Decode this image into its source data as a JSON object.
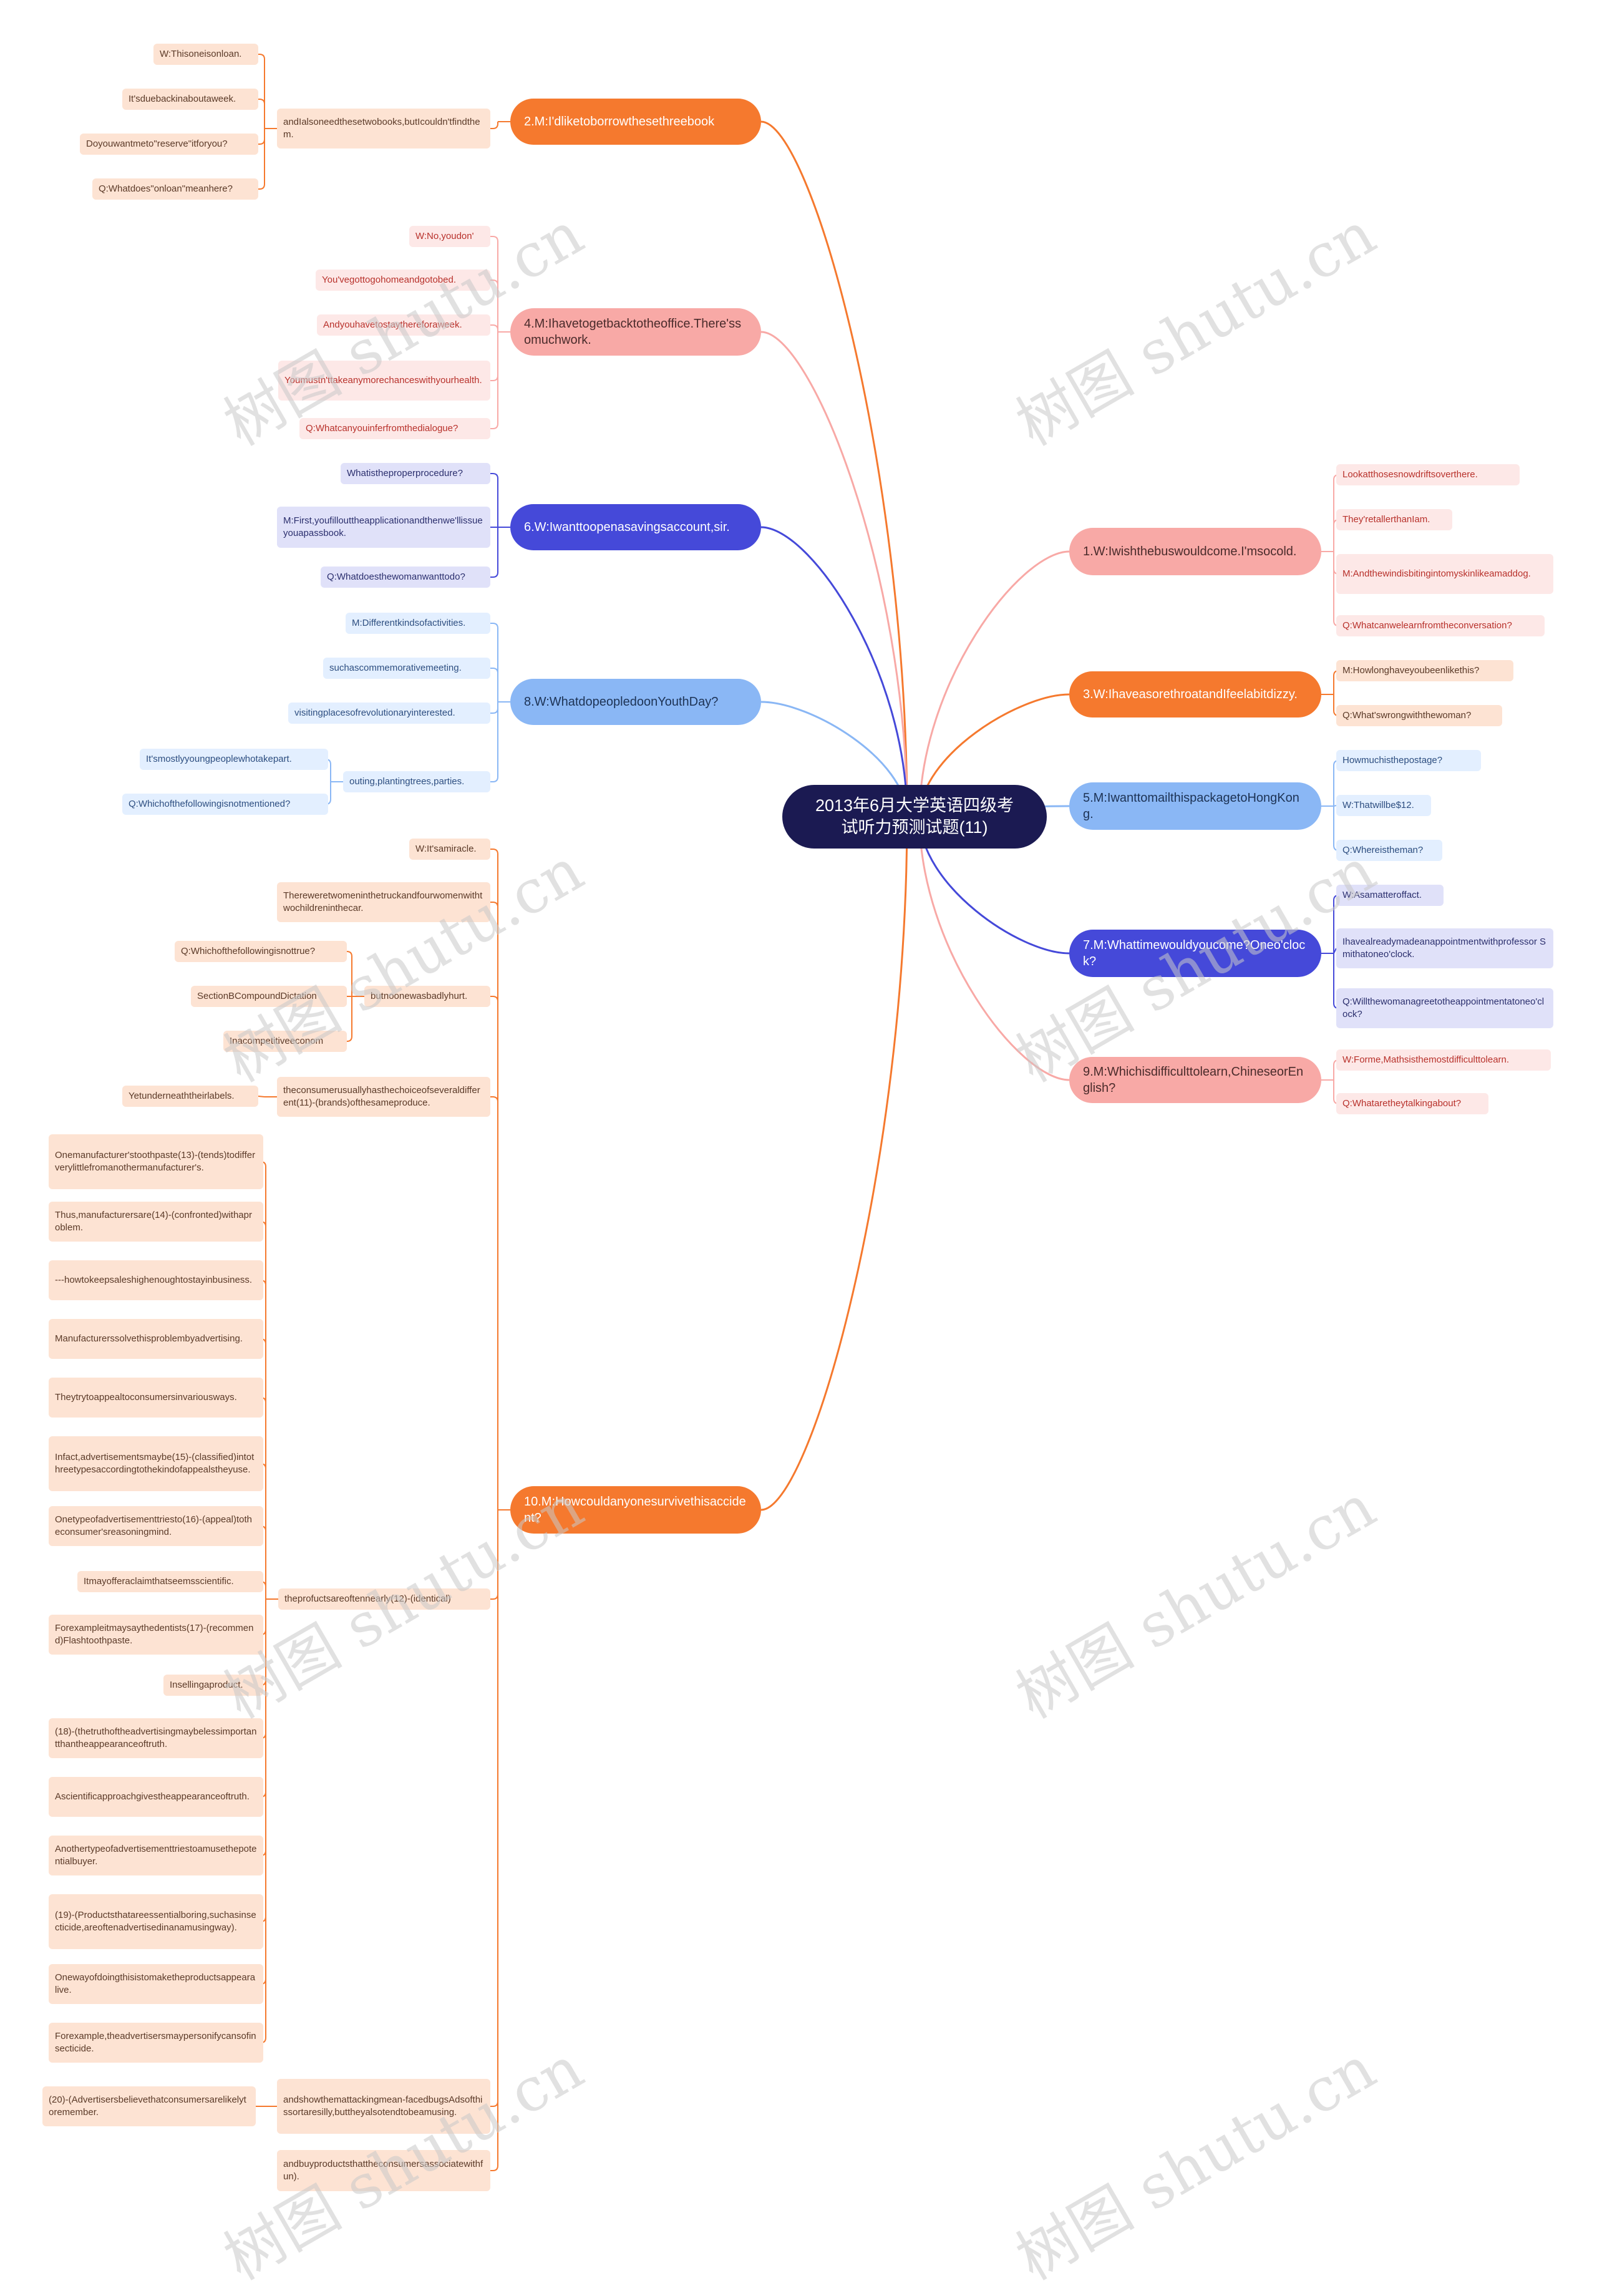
{
  "root": "2013年6月大学英语四级考试听力预测试题(11)",
  "watermark": "树图 shutu.cn",
  "colors": {
    "orange": "#f5792e",
    "pink": "#f8a9a6",
    "indigo": "#4549d9",
    "sky": "#8ab7f5",
    "root": "#1b1a52"
  },
  "topics": [
    {
      "label": "2.M:I'dliketoborrowthesethreebook",
      "color": "orange",
      "children": [
        {
          "label": "andIalsoneedthesetwobooks,butIcouldn'tfindthem.",
          "children": [
            {
              "label": "W:Thisoneisonloan."
            },
            {
              "label": "It'sduebackinaboutaweek."
            },
            {
              "label": "Doyouwantmeto\"reserve\"itforyou?"
            },
            {
              "label": "Q:Whatdoes\"onloan\"meanhere?"
            }
          ]
        }
      ]
    },
    {
      "label": "4.M:Ihavetogetbacktotheoffice.There'ssomuchwork.",
      "color": "pink",
      "children": [
        {
          "label": "W:No,youdon'"
        },
        {
          "label": "You'vegottogohomeandgotobed."
        },
        {
          "label": "Andyouhavetostaythereforaweek."
        },
        {
          "label": "Youmustn'ttakeanymorechanceswithyourhealth."
        },
        {
          "label": "Q:Whatcanyouinferfromthedialogue?"
        }
      ]
    },
    {
      "label": "6.W:Iwanttoopenasavingsaccount,sir.",
      "color": "indigo",
      "children": [
        {
          "label": "Whatistheproperprocedure?"
        },
        {
          "label": "M:First,youfillouttheapplicationandthenwe'llissueyouapassbook."
        },
        {
          "label": "Q:Whatdoesthewomanwanttodo?"
        }
      ]
    },
    {
      "label": "8.W:WhatdopeopledoonYouthDay?",
      "color": "sky",
      "children": [
        {
          "label": "M:Differentkindsofactivities."
        },
        {
          "label": "suchascommemorativemeeting."
        },
        {
          "label": "visitingplacesofrevolutionaryinterested."
        },
        {
          "label": "outing,plantingtrees,parties.",
          "children": [
            {
              "label": "It'smostlyyoungpeoplewhotakepart."
            },
            {
              "label": "Q:Whichofthefollowingisnotmentioned?"
            }
          ]
        }
      ]
    },
    {
      "label": "10.M:Howcouldanyonesurvivethisaccident?",
      "color": "orange",
      "children": [
        {
          "label": "W:It'samiracle."
        },
        {
          "label": "Thereweretwomeninthetruckandfourwomenwithtwochildreninthecar."
        },
        {
          "label": "butnoonewasbadlyhurt.",
          "children": [
            {
              "label": "Q:Whichofthefollowingisnottrue?"
            },
            {
              "label": "SectionBCompoundDictation"
            },
            {
              "label": "Inacompetitiveeconom"
            }
          ]
        },
        {
          "label": "theconsumerusuallyhasthechoiceofseveraldifferent(11)-(brands)ofthesameproduce.",
          "children": [
            {
              "label": "Yetunderneaththeirlabels."
            }
          ]
        },
        {
          "label": "theprofuctsareoftennearly(12)-(identical)",
          "children": [
            {
              "label": "Onemanufacturer'stoothpaste(13)-(tends)todifferverylittlefromanothermanufacturer's."
            },
            {
              "label": "Thus,manufacturersare(14)-(confronted)withaproblem."
            },
            {
              "label": "---howtokeepsaleshighenoughtostayinbusiness."
            },
            {
              "label": "Manufacturerssolvethisproblembyadvertising."
            },
            {
              "label": "Theytrytoappealtoconsumersinvariousways."
            },
            {
              "label": "Infact,advertisementsmaybe(15)-(classified)intothreetypesaccordingtothekindofappealstheyuse."
            },
            {
              "label": "Onetypeofadvertisementtriesto(16)-(appeal)totheconsumer'sreasoningmind."
            },
            {
              "label": "Itmayofferaclaimthatseemsscientific."
            },
            {
              "label": "Forexampleitmaysaythedentists(17)-(recommend)Flashtoothpaste."
            },
            {
              "label": "Insellingaproduct."
            },
            {
              "label": "(18)-(thetruthoftheadvertisingmaybelessimportantthantheappearanceoftruth."
            },
            {
              "label": "Ascientificapproachgivestheappearanceoftruth."
            },
            {
              "label": "Anothertypeofadvertisementtriestoamusethepotentialbuyer."
            },
            {
              "label": "(19)-(Productsthatareessentialboring,suchasinsecticide,areoftenadvertisedinanamusingway)."
            },
            {
              "label": "Onewayofdoingthisistomaketheproductsappearalive."
            },
            {
              "label": "Forexample,theadvertisersmaypersonifycansofinsecticide."
            }
          ]
        },
        {
          "label": "andshowthemattackingmean-facedbugsAdsofthissortaresilly,buttheyalsotendtobeamusing.",
          "children": [
            {
              "label": "(20)-(Advertisersbelievethatconsumersarelikelytoremember."
            }
          ]
        },
        {
          "label": "andbuyproductsthattheconsumersassociatewithfun)."
        }
      ]
    },
    {
      "label": "1.W:Iwishthebuswouldcome.I'msocold.",
      "color": "pink",
      "children": [
        {
          "label": "Lookatthosesnowdriftsoverthere."
        },
        {
          "label": "They'retallerthanIam."
        },
        {
          "label": "M:Andthewindisbitingintomyskinlikeamaddog."
        },
        {
          "label": "Q:Whatcanwelearnfromtheconversation?"
        }
      ]
    },
    {
      "label": "3.W:IhaveasorethroatandIfeelabitdizzy.",
      "color": "orange",
      "children": [
        {
          "label": "M:Howlonghaveyoubeenlikethis?"
        },
        {
          "label": "Q:What'swrongwiththewoman?"
        }
      ]
    },
    {
      "label": "5.M:IwanttomailthispackagetoHongKong.",
      "color": "sky",
      "children": [
        {
          "label": "Howmuchisthepostage?"
        },
        {
          "label": "W:Thatwillbe$12."
        },
        {
          "label": "Q:Whereistheman?"
        }
      ]
    },
    {
      "label": "7.M:Whattimewouldyoucome?Oneo'clock?",
      "color": "indigo",
      "children": [
        {
          "label": "W:Asamatteroffact."
        },
        {
          "label": "Ihavealreadymadeanappointmentwithprofessor Smithatoneo'clock."
        },
        {
          "label": "Q:Willthewomanagreetotheappointmentatoneo'clock?"
        }
      ]
    },
    {
      "label": "9.M:Whichisdifficulttolearn,ChineseorEnglish?",
      "color": "pink",
      "children": [
        {
          "label": "W:Forme,Mathsisthemostdifficulttolearn."
        },
        {
          "label": "Q:Whataretheytalkingabout?"
        }
      ]
    }
  ]
}
